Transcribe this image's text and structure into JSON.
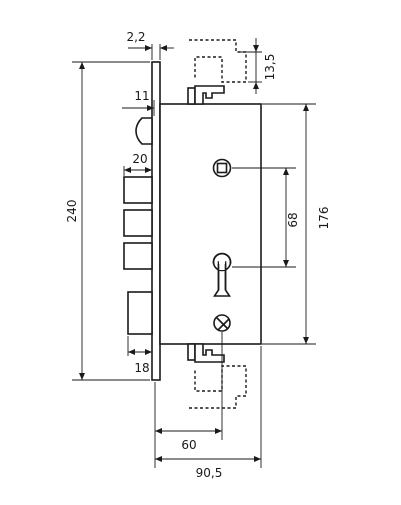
{
  "drawing": {
    "dimensions": {
      "faceplate_thickness": "2,2",
      "top_bolt_travel": "13,5",
      "latch_offset": "11",
      "latch_depth": "20",
      "faceplate_height": "240",
      "case_height": "176",
      "spindle_to_cylinder": "68",
      "deadbolt_depth": "18",
      "backset": "60",
      "case_depth": "90,5"
    }
  }
}
